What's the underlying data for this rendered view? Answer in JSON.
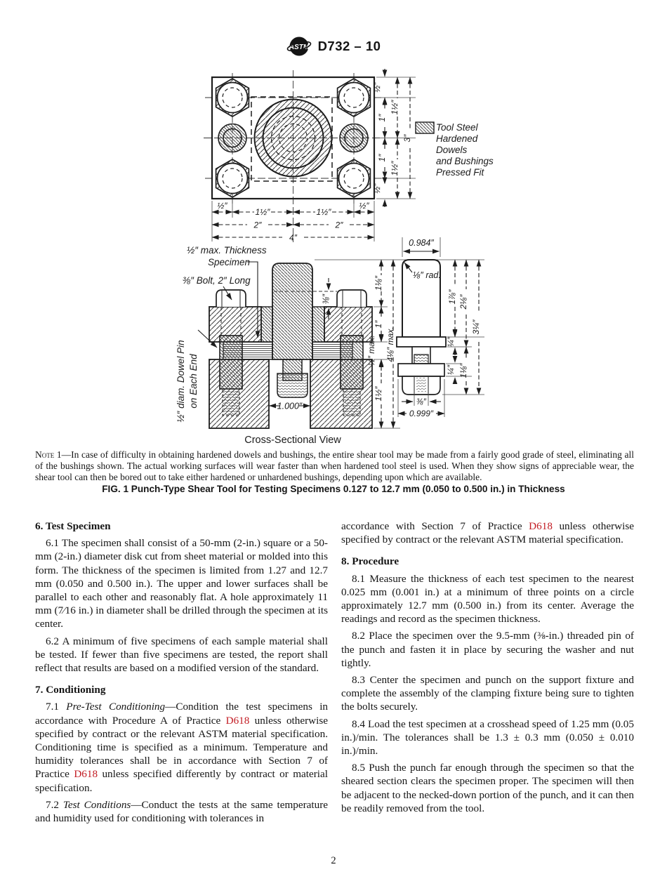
{
  "header": {
    "logo_text": "ASTM",
    "code": "D732 – 10"
  },
  "colors": {
    "link": "#c21a22",
    "ink": "#151515"
  },
  "fig": {
    "tv_b": [
      "½″",
      "1½″",
      "1½″",
      "½″",
      "2″",
      "2″",
      "4″"
    ],
    "tv_r": [
      "½″",
      "1″",
      "1″",
      "½″",
      "1½″",
      "1½″",
      "3″"
    ],
    "legend": [
      "Tool Steel",
      "Hardened",
      "Dowels",
      "and Bushings",
      "Pressed Fit"
    ],
    "cs": {
      "thickness": "½″ max. Thickness",
      "specimen": "Specimen",
      "bolt": "⅜″ Bolt, 2″ Long",
      "dowel1": "½″ diam. Dowel Pin",
      "dowel2": "on Each End",
      "bore": "1.000″",
      "caption": "Cross-Sectional View",
      "dims": [
        "⅜″",
        "1⅛″",
        "1″",
        "½″ max.",
        "1½″",
        "4⅛″ max."
      ]
    },
    "pd": {
      "w_top": "0.984″",
      "rad": "⅛″ rad.",
      "dims": [
        "1⅞″",
        "¼″",
        "¼″",
        "2⅛″",
        "1⅛″",
        "3¼″",
        "⅜″",
        "0.999″"
      ]
    }
  },
  "note": {
    "label": "Note 1—",
    "text": "In case of difficulty in obtaining hardened dowels and bushings, the entire shear tool may be made from a fairly good grade of steel, eliminating all of the bushings shown. The actual working surfaces will wear faster than when hardened tool steel is used. When they show signs of appreciable wear, the shear tool can then be bored out to take either hardened or unhardened bushings, depending upon which are available."
  },
  "fig_caption": "FIG. 1  Punch-Type Shear Tool for Testing Specimens 0.127 to 12.7 mm (0.050 to 0.500 in.) in Thickness",
  "columns": {
    "left": [
      {
        "type": "heading",
        "text": "6.  Test Specimen"
      },
      {
        "type": "para",
        "runs": [
          {
            "t": "6.1  The specimen shall consist of a 50-mm (2-in.) square or a 50-mm (2-in.) diameter disk cut from sheet material or molded into this form. The thickness of the specimen is limited from 1.27 and 12.7 mm (0.050 and 0.500 in.). The upper and lower surfaces shall be parallel to each other and reasonably flat. A hole approximately 11 mm (7⁄16 in.) in diameter shall be drilled through the specimen at its center."
          }
        ]
      },
      {
        "type": "para",
        "runs": [
          {
            "t": "6.2  A minimum of five specimens of each sample material shall be tested. If fewer than five specimens are tested, the report shall reflect that results are based on a modified version of the standard."
          }
        ]
      },
      {
        "type": "heading",
        "text": "7.  Conditioning"
      },
      {
        "type": "para",
        "runs": [
          {
            "t": "7.1  "
          },
          {
            "t": "Pre-Test Conditioning",
            "s": "i"
          },
          {
            "t": "—Condition the test specimens in accordance with Procedure A of Practice "
          },
          {
            "t": "D618",
            "s": "link"
          },
          {
            "t": " unless otherwise specified by contract or the relevant ASTM material specification. Conditioning time is specified as a minimum. Temperature and humidity tolerances shall be in accordance with Section 7 of Practice "
          },
          {
            "t": "D618",
            "s": "link"
          },
          {
            "t": " unless specified differently by contract or material specification."
          }
        ]
      },
      {
        "type": "para",
        "runs": [
          {
            "t": "7.2  "
          },
          {
            "t": "Test Conditions",
            "s": "i"
          },
          {
            "t": "—Conduct the tests at the same temperature and humidity used for conditioning with tolerances in"
          }
        ]
      }
    ],
    "right": [
      {
        "type": "para",
        "cont": true,
        "runs": [
          {
            "t": "accordance with Section 7 of Practice "
          },
          {
            "t": "D618",
            "s": "link"
          },
          {
            "t": " unless otherwise specified by contract or the relevant ASTM material specification."
          }
        ]
      },
      {
        "type": "heading",
        "text": "8.  Procedure"
      },
      {
        "type": "para",
        "runs": [
          {
            "t": "8.1  Measure the thickness of each test specimen to the nearest 0.025 mm (0.001 in.) at a minimum of three points on a circle approximately 12.7 mm (0.500 in.) from its center. Average the readings and record as the specimen thickness."
          }
        ]
      },
      {
        "type": "para",
        "runs": [
          {
            "t": "8.2  Place the specimen over the 9.5-mm (⅜-in.) threaded pin of the punch and fasten it in place by securing the washer and nut tightly."
          }
        ]
      },
      {
        "type": "para",
        "runs": [
          {
            "t": "8.3  Center the specimen and punch on the support fixture and complete the assembly of the clamping fixture being sure to tighten the bolts securely."
          }
        ]
      },
      {
        "type": "para",
        "runs": [
          {
            "t": "8.4  Load the test specimen at a crosshead speed of 1.25 mm (0.05 in.)/min. The tolerances shall be 1.3 ± 0.3 mm (0.050 ± 0.010 in.)/min."
          }
        ]
      },
      {
        "type": "para",
        "runs": [
          {
            "t": "8.5  Push the punch far enough through the specimen so that the sheared section clears the specimen proper. The specimen will then be adjacent to the necked-down portion of the punch, and it can then be readily removed from the tool."
          }
        ]
      }
    ]
  },
  "page_number": "2"
}
